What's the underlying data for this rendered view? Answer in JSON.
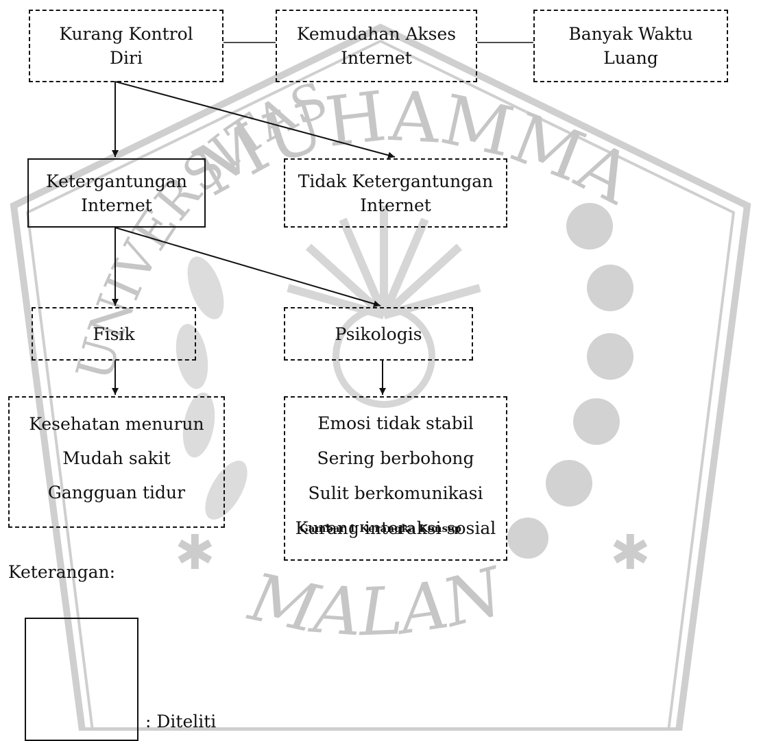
{
  "watermark": {
    "top_text": "MUHAMMADIYAH",
    "left_text": "UNIVERSITAS",
    "bottom_text": "MALANG",
    "color": "#c8c8c8"
  },
  "nodes": {
    "kurang_kontrol": {
      "line1": "Kurang Kontrol",
      "line2": "Diri"
    },
    "kemudahan_akses": {
      "line1": "Kemudahan Akses",
      "line2": "Internet"
    },
    "banyak_waktu": {
      "line1": "Banyak Waktu",
      "line2": "Luang"
    },
    "ketergantungan": {
      "line1": "Ketergantungan",
      "line2": "Internet"
    },
    "tidak_ketergantungan": {
      "line1": "Tidak Ketergantungan",
      "line2": "Internet"
    },
    "fisik": {
      "label": "Fisik"
    },
    "psikologis": {
      "label": "Psikologis"
    },
    "fisik_effects": [
      "Kesehatan menurun",
      "Mudah sakit",
      "Gangguan tidur"
    ],
    "psikologis_effects": [
      "Emosi tidak stabil",
      "Sering berbohong",
      "Sulit berkomunikasi",
      "Kurang interaksi sosial"
    ]
  },
  "caption": "Gambar 1 Kerangka Konsep",
  "legend": {
    "title": "Keterangan:",
    "solid_label": ": Diteliti"
  }
}
